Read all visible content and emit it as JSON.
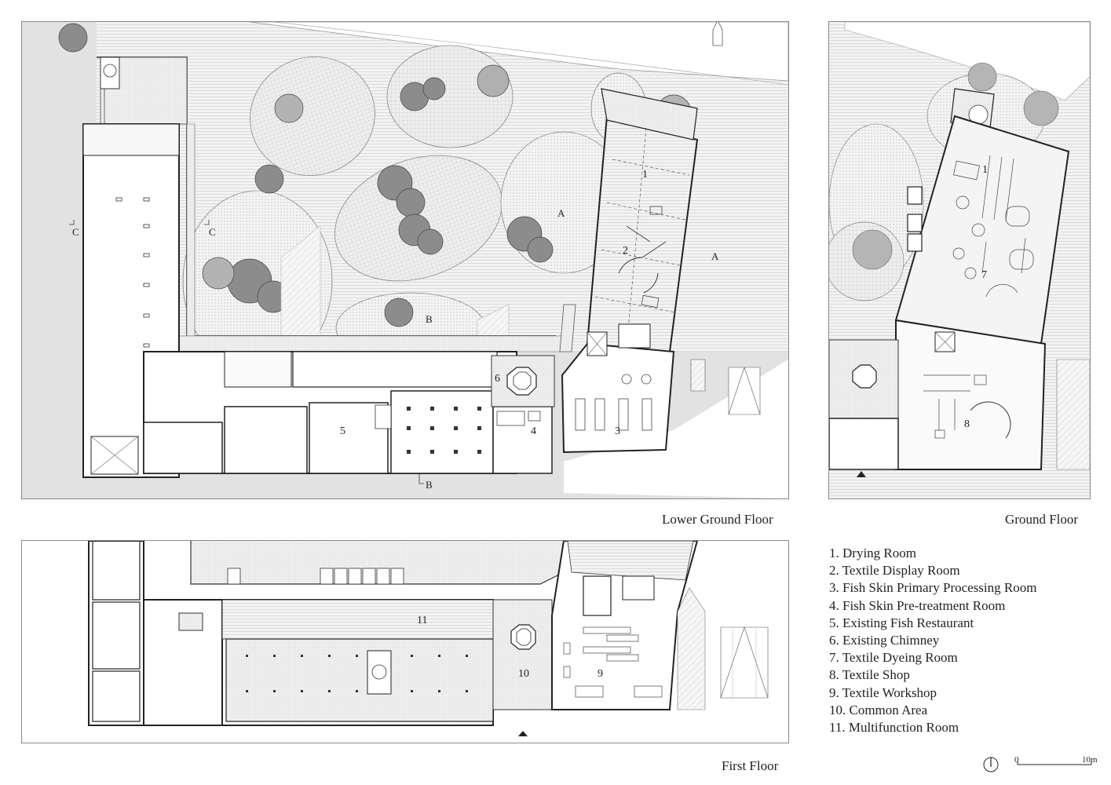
{
  "panels": {
    "lower_ground": {
      "caption": "Lower Ground Floor"
    },
    "ground": {
      "caption": "Ground Floor"
    },
    "first": {
      "caption": "First Floor"
    }
  },
  "legend": [
    "1. Drying Room",
    "2. Textile Display Room",
    "3. Fish Skin Primary Processing Room",
    "4. Fish Skin Pre-treatment Room",
    "5. Existing Fish Restaurant",
    "6. Existing Chimney",
    "7. Textile Dyeing Room",
    "8. Textile Shop",
    "9. Textile Workshop",
    "10. Common Area",
    "11. Multifunction Room"
  ],
  "room_numbers": {
    "r1": "1",
    "r2": "2",
    "r3": "3",
    "r4": "4",
    "r5": "5",
    "r6": "6",
    "g1": "1",
    "g7": "7",
    "g8": "8",
    "f9": "9",
    "f10": "10",
    "f11": "11"
  },
  "section_marks": {
    "a": "A",
    "b": "B",
    "c": "C"
  },
  "scale": {
    "start": "0",
    "end": "10m"
  }
}
